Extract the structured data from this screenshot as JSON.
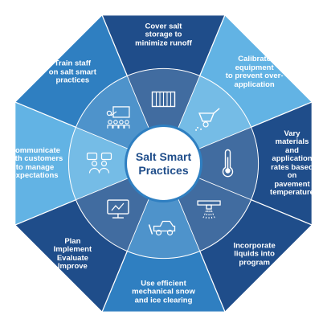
{
  "center": {
    "title": "Salt Smart\nPractices"
  },
  "colors": {
    "dark": "#1f4d8a",
    "medium": "#2f7fc1",
    "light": "#62b3e4",
    "inner_ring": "#b9d8ee",
    "center_fill": "#ffffff",
    "center_border": "#2f7fc1",
    "text": "#ffffff"
  },
  "segments": [
    {
      "id": "cover-salt-storage",
      "label": "Cover salt\nstorage to\nminimize runoff",
      "icon": "storage-container-icon",
      "shade": "dark"
    },
    {
      "id": "calibrate-equipment",
      "label": "Calibrate\nequipment\nto prevent over-\napplication",
      "icon": "spreader-icon",
      "shade": "light"
    },
    {
      "id": "vary-materials",
      "label": "Vary\nmaterials\nand application\nrates based\non pavement\ntemperature",
      "icon": "thermometer-icon",
      "shade": "dark"
    },
    {
      "id": "incorporate-liquids",
      "label": "Incorporate\nliquids into\nprogram",
      "icon": "sprayer-icon",
      "shade": "dark"
    },
    {
      "id": "mechanical-clearing",
      "label": "Use efficient\nmechanical snow\nand ice clearing",
      "icon": "plow-truck-icon",
      "shade": "medium"
    },
    {
      "id": "plan-implement",
      "label": "Plan\nImplement\nEvaluate\nImprove",
      "icon": "computer-icon",
      "shade": "dark"
    },
    {
      "id": "communicate-customers",
      "label": "Communicate\nwith customers\nto manage\nexpectations",
      "icon": "chat-people-icon",
      "shade": "light"
    },
    {
      "id": "train-staff",
      "label": "Train staff\non salt smart\npractices",
      "icon": "presentation-icon",
      "shade": "medium"
    }
  ]
}
